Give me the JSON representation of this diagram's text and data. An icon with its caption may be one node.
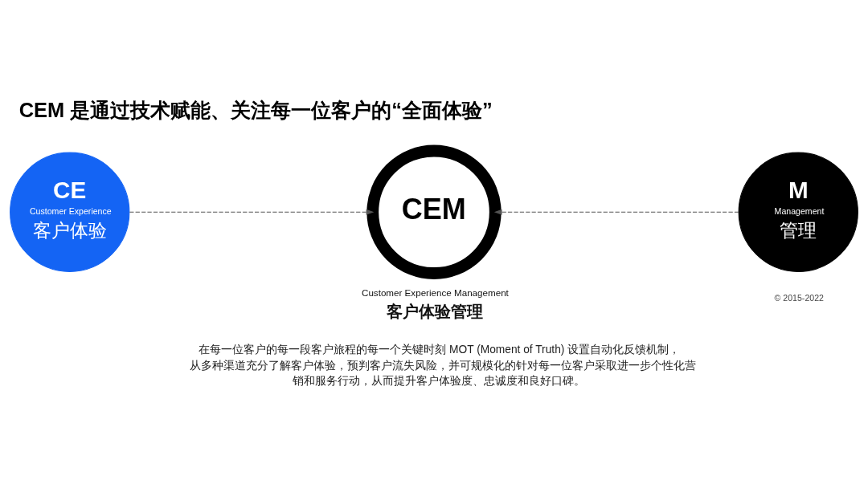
{
  "diagram": {
    "title": "CEM 是通过技术赋能、关注每一位客户的“全面体验”",
    "nodes": [
      {
        "text": [
          "CE",
          "Customer Experience",
          "客户体验"
        ]
      },
      {
        "text": [
          "CEM"
        ],
        "beside": [
          "Customer Experience Management",
          "客户体验管理"
        ]
      },
      {
        "text": [
          "M",
          "Management",
          "管理"
        ]
      }
    ],
    "edges": [
      {
        "from": 0,
        "to": 1,
        "arrow": "to",
        "style": "dashed"
      },
      {
        "from": 2,
        "to": 1,
        "arrow": "to",
        "style": "dashed"
      }
    ],
    "labels": [
      "在每一位客户的每一段客户旅程的每一个关键时刻 MOT (Moment of Truth) 设置自动化反馈机制，从多种渠道充分了解客户体验，预判客户流失风险，并可规模化的针对每一位客户采取进一步个性化营销和服务行动，从而提升客户体验度、忠诚度和良好口碑。",
      "© 2015-2022"
    ]
  }
}
